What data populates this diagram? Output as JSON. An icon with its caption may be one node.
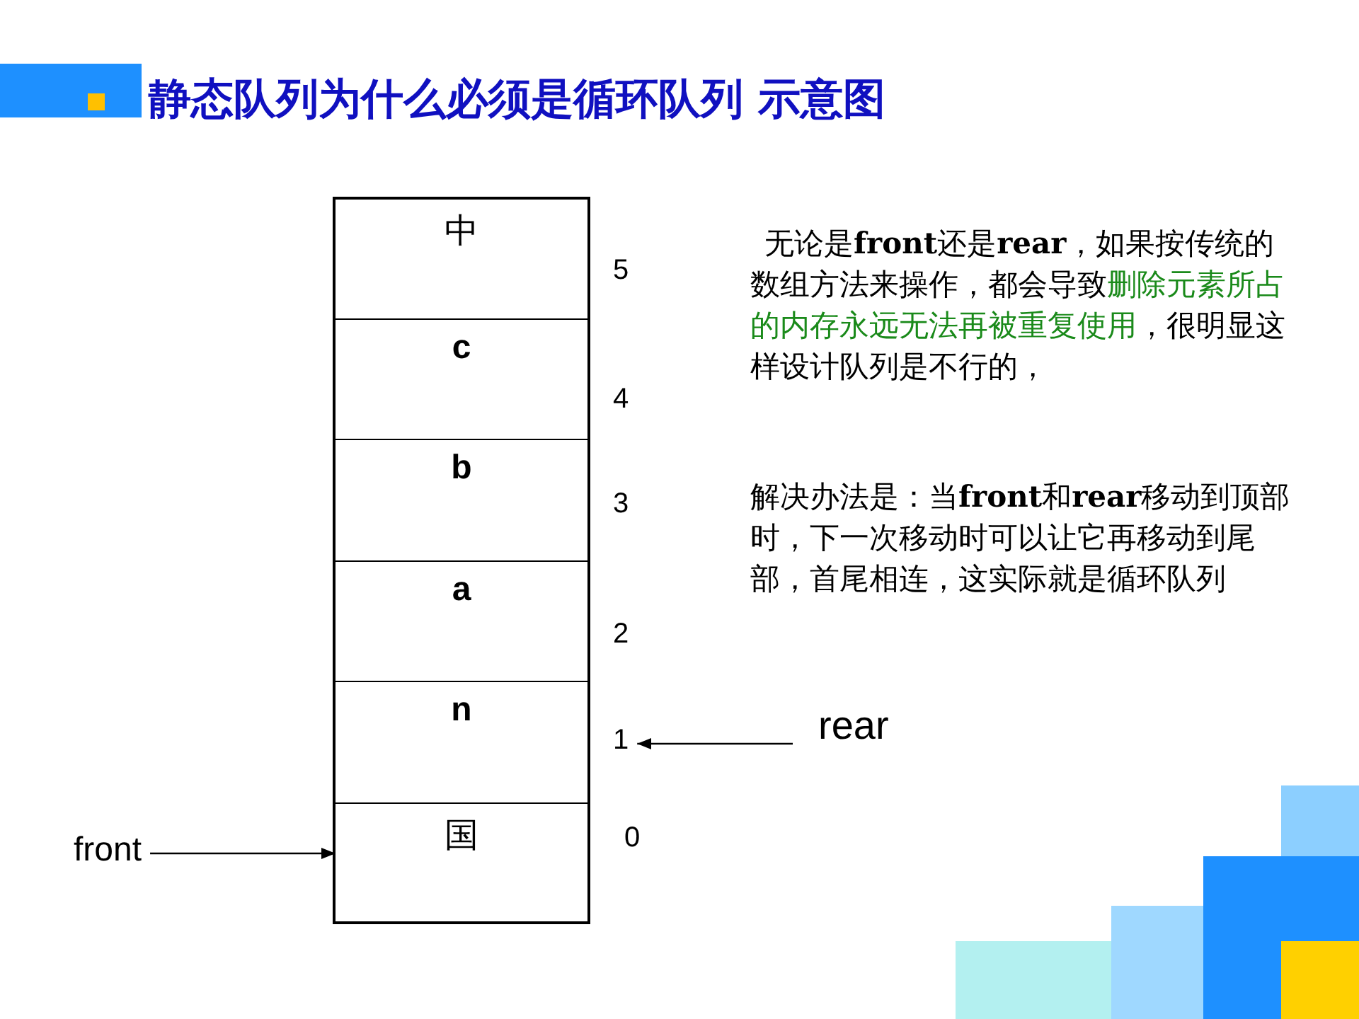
{
  "diagram": {
    "title": "静态队列为什么必须是循环队列 示意图",
    "nodes": [
      {
        "text": [
          "中"
        ]
      },
      {
        "text": [
          "c"
        ]
      },
      {
        "text": [
          "b"
        ]
      },
      {
        "text": [
          "a"
        ]
      },
      {
        "text": [
          "n"
        ]
      },
      {
        "text": [
          "国"
        ]
      },
      {
        "text": [
          "1"
        ]
      },
      {
        "text": [
          "rear"
        ]
      },
      {
        "text": [
          "front"
        ]
      }
    ],
    "edges": [
      {
        "from": 7,
        "to": 6,
        "arrow": "to"
      },
      {
        "from": 8,
        "to": 5,
        "arrow": "to"
      }
    ],
    "labels": [
      "5",
      "4",
      "3",
      "2",
      "0",
      "无论是**front**还是**rear**，如果按传统的数组方法来操作，都会导致",
      "删除元素所占的内存永远无法再被重复使用",
      "，很明显这样设计队列是不行的，",
      "解决办法是：当**front**和**rear**移动到顶部时，下一次移动时可以让它再移动到尾部，首尾相连，这实际就是循环队列"
    ]
  }
}
